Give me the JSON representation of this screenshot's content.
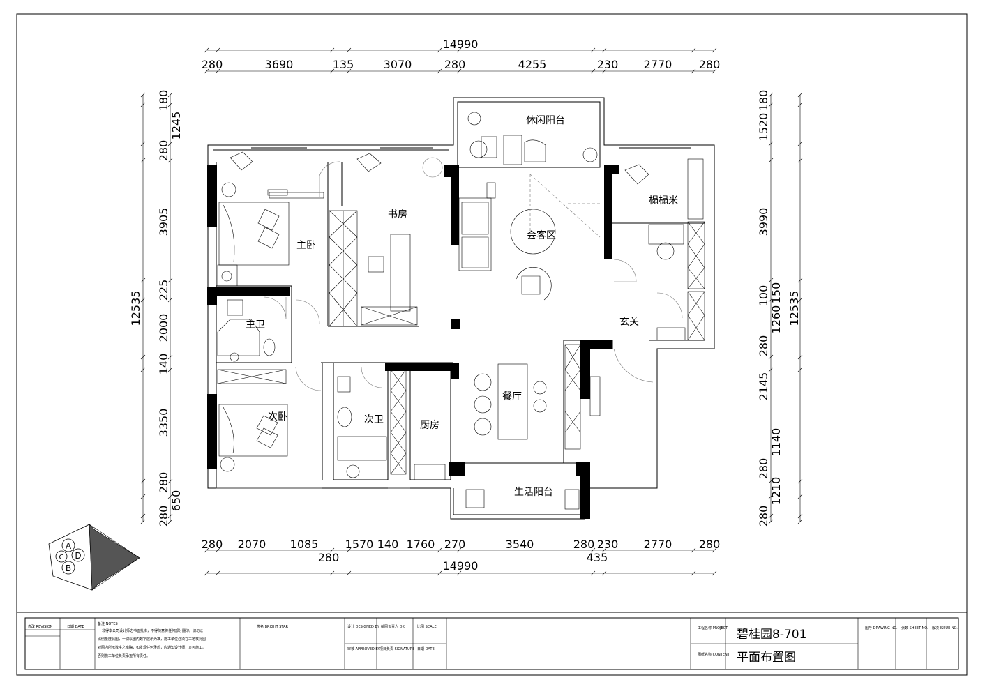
{
  "plan": {
    "dims_top_total": "14990",
    "dims_top": [
      "280",
      "3690",
      "135",
      "3070",
      "280",
      "4255",
      "230",
      "2770",
      "280"
    ],
    "dims_bottom_row": [
      "280",
      "2070",
      "1085",
      "1570",
      "140",
      "1760",
      "270",
      "3540",
      "280",
      "230",
      "2770",
      "280"
    ],
    "dims_bottom_sub": [
      "280",
      "435"
    ],
    "dims_bottom_total": "14990",
    "dims_left": [
      "180",
      "1245",
      "280",
      "3905",
      "225",
      "2000",
      "140",
      "3350",
      "280",
      "650",
      "280"
    ],
    "dims_left_total": "12535",
    "dims_right": [
      "180",
      "1520",
      "3990",
      "100",
      "150",
      "1260",
      "280",
      "2145",
      "1140",
      "280",
      "1210",
      "280"
    ],
    "dims_right_total": "12535",
    "rooms": {
      "balcony_leisure": "休闲阳台",
      "master_bedroom": "主卧",
      "study": "书房",
      "living": "会客区",
      "tatami": "榻榻米",
      "master_bath": "主卫",
      "entrance": "玄关",
      "second_bedroom": "次卧",
      "second_bath": "次卫",
      "kitchen": "厨房",
      "dining": "餐厅",
      "balcony_utility": "生活阳台"
    },
    "compass": [
      "A",
      "B",
      "C",
      "D"
    ]
  },
  "title_block": {
    "rev_header": "修改 REVISION",
    "date_header": "日期 DATE",
    "notes_header": "备注 NOTES",
    "notes": [
      "非得本公司设计师之书面批准，不得随意将任何部分翻印。切勿以",
      "比例量度此图，一切以图内数字展示为准，施工单位必须在工地核对图",
      "对图内所示数字之准确，如发现任何矛盾，应通知设计师，方可施工。",
      "否则施工单位负责承担所有责任。"
    ],
    "stamp": "签名 BRIGHT STAR",
    "designer": "设计 DESIGNED BY",
    "drawn": "绘图负责人 DK",
    "scale": "比例 SCALE",
    "approved": "审核 APPROVED BY",
    "signature": "项目负责 SIGNATURE",
    "date": "日期 DATE",
    "project_label": "工程名称 PROJECT",
    "content_label": "图纸名称 CONTENT",
    "project": "碧桂园8-701",
    "content": "平面布置图",
    "drawing_no": "图号 DRAWING NO.",
    "sheet_no": "张数 SHEET NO.",
    "issue_no": "版次 ISSUE NO."
  }
}
